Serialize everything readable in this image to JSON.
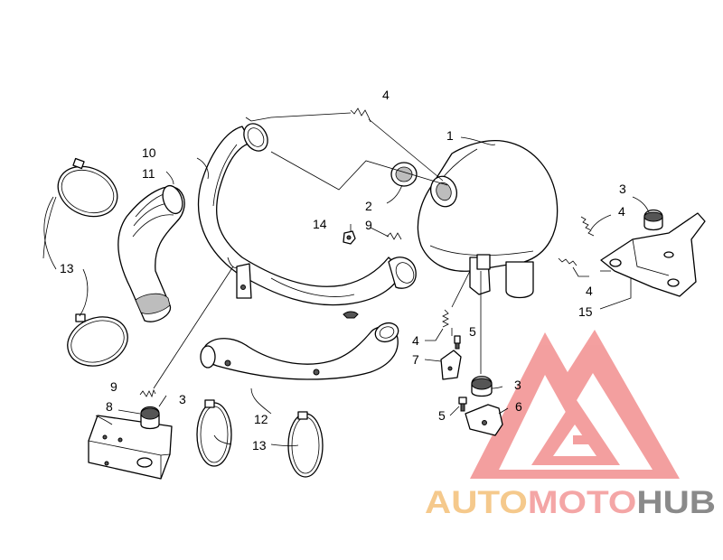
{
  "callouts": [
    "1",
    "2",
    "3",
    "3",
    "3",
    "4",
    "4",
    "4",
    "4",
    "5",
    "5",
    "6",
    "7",
    "8",
    "9",
    "9",
    "10",
    "11",
    "12",
    "13",
    "13",
    "14",
    "15"
  ],
  "watermark": {
    "part1": "AUTO",
    "part2": "MOTO",
    "part3": "HUB",
    "colors": {
      "auto": "#f5c98c",
      "moto": "#f4a6a6",
      "hub": "#8a8a8a",
      "logo": "#f08080"
    }
  }
}
